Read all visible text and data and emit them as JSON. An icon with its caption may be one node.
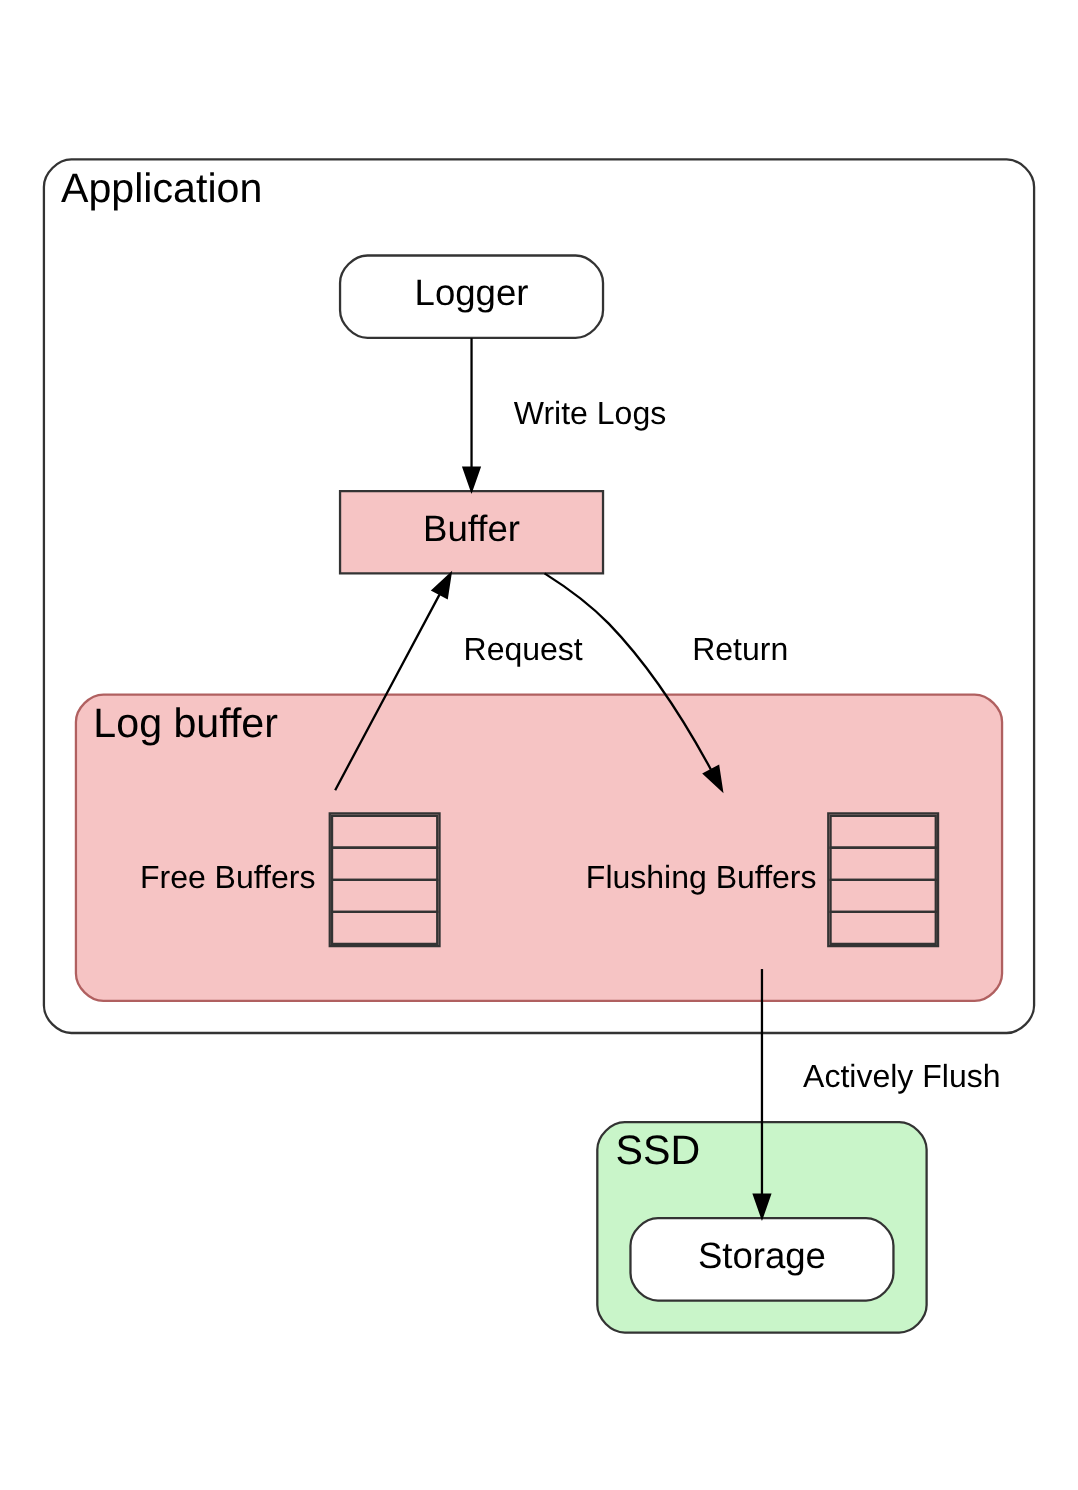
{
  "diagram": {
    "nodes": [
      {
        "text": [
          "Application"
        ]
      },
      {
        "text": [
          "Logger"
        ],
        "in": 0
      },
      {
        "text": [
          "Buffer"
        ],
        "in": 0
      },
      {
        "text": [
          "Log buffer"
        ],
        "in": 0
      },
      {
        "text": [],
        "shape": "box",
        "in": 3,
        "beside": [
          "Free Buffers"
        ]
      },
      {
        "text": [],
        "shape": "box",
        "in": 3,
        "beside": [
          "Flushing Buffers"
        ]
      },
      {
        "text": [
          "SSD"
        ]
      },
      {
        "text": [
          "Storage"
        ],
        "in": 6
      }
    ],
    "edges": [
      {
        "from": 1,
        "to": 2,
        "arrow": "to",
        "label": "Write Logs"
      },
      {
        "from": 4,
        "to": 2,
        "arrow": "to",
        "label": "Request"
      },
      {
        "from": 2,
        "to": 5,
        "arrow": "to",
        "label": "Return"
      },
      {
        "from": 5,
        "to": 7,
        "arrow": "to",
        "label": "Actively Flush"
      }
    ]
  }
}
